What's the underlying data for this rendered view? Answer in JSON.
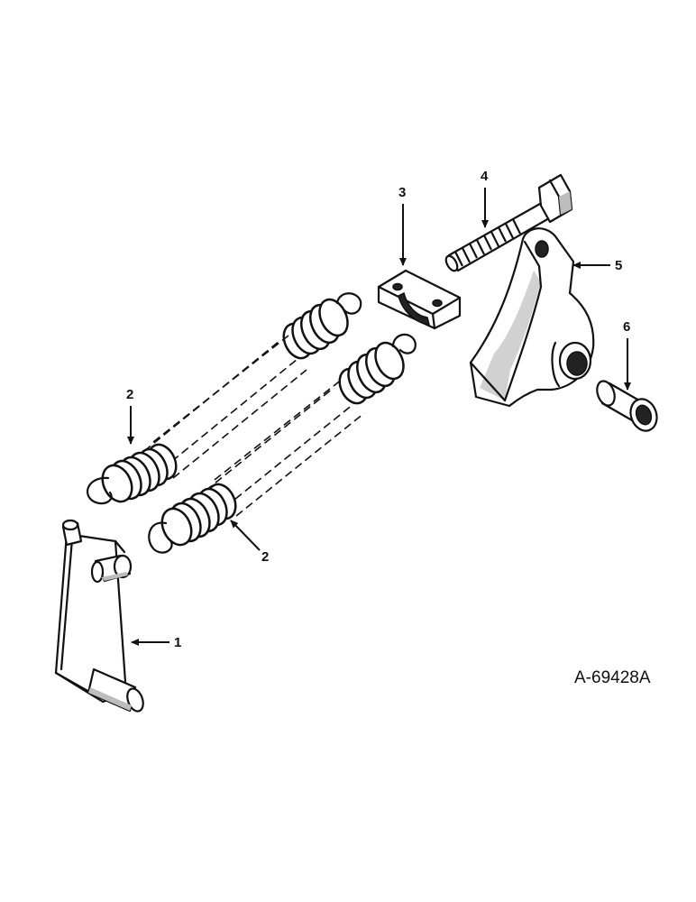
{
  "drawing_number": "A-69428A",
  "callouts": {
    "part_1": "1",
    "part_2_upper": "2",
    "part_2_lower": "2",
    "part_3": "3",
    "part_4": "4",
    "part_5": "5",
    "part_6": "6"
  }
}
